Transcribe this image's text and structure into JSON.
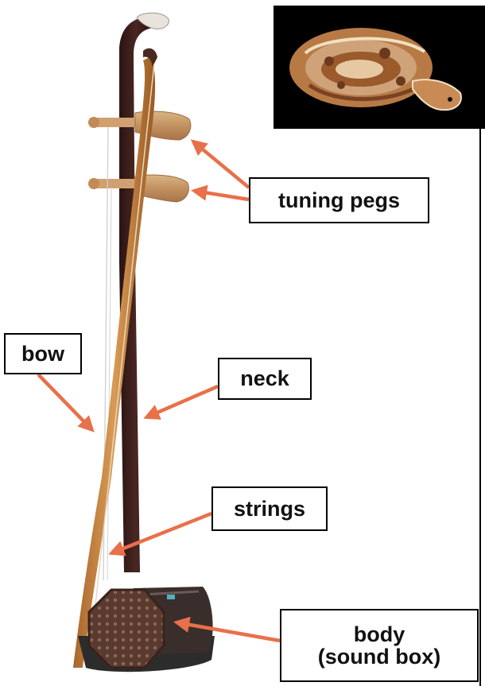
{
  "labels": {
    "tuning_pegs": "tuning pegs",
    "bow": "bow",
    "neck": "neck",
    "strings": "strings",
    "body_line1": "body",
    "body_line2": "(sound box)"
  },
  "colors": {
    "arrow": "#e8704a",
    "wood_dark": "#3a1d1a",
    "bow_wood": "#c9853f",
    "peg_wood": "#c89a63",
    "label_border": "#000000"
  },
  "inset": {
    "subject": "ball python coiled"
  }
}
